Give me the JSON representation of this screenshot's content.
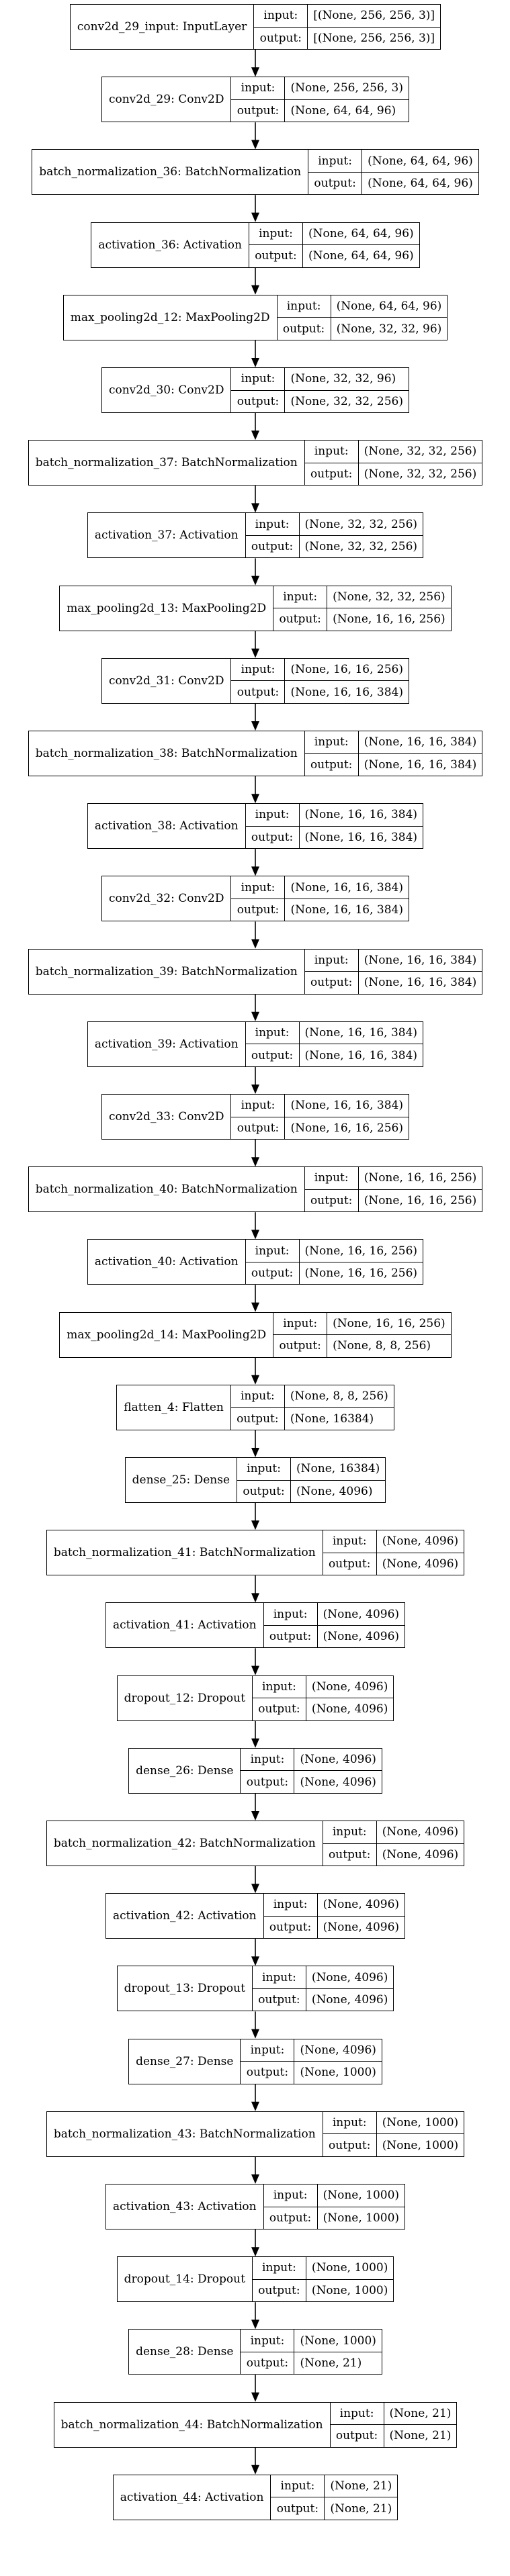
{
  "layers": [
    {
      "label": "conv2d_29_input: InputLayer",
      "input": "[(None, 256, 256, 3)]",
      "output": "[(None, 256, 256, 3)]"
    },
    {
      "label": "conv2d_29: Conv2D",
      "input": "(None, 256, 256, 3)",
      "output": "(None, 64, 64, 96)"
    },
    {
      "label": "batch_normalization_36: BatchNormalization",
      "input": "(None, 64, 64, 96)",
      "output": "(None, 64, 64, 96)"
    },
    {
      "label": "activation_36: Activation",
      "input": "(None, 64, 64, 96)",
      "output": "(None, 64, 64, 96)"
    },
    {
      "label": "max_pooling2d_12: MaxPooling2D",
      "input": "(None, 64, 64, 96)",
      "output": "(None, 32, 32, 96)"
    },
    {
      "label": "conv2d_30: Conv2D",
      "input": "(None, 32, 32, 96)",
      "output": "(None, 32, 32, 256)"
    },
    {
      "label": "batch_normalization_37: BatchNormalization",
      "input": "(None, 32, 32, 256)",
      "output": "(None, 32, 32, 256)"
    },
    {
      "label": "activation_37: Activation",
      "input": "(None, 32, 32, 256)",
      "output": "(None, 32, 32, 256)"
    },
    {
      "label": "max_pooling2d_13: MaxPooling2D",
      "input": "(None, 32, 32, 256)",
      "output": "(None, 16, 16, 256)"
    },
    {
      "label": "conv2d_31: Conv2D",
      "input": "(None, 16, 16, 256)",
      "output": "(None, 16, 16, 384)"
    },
    {
      "label": "batch_normalization_38: BatchNormalization",
      "input": "(None, 16, 16, 384)",
      "output": "(None, 16, 16, 384)"
    },
    {
      "label": "activation_38: Activation",
      "input": "(None, 16, 16, 384)",
      "output": "(None, 16, 16, 384)"
    },
    {
      "label": "conv2d_32: Conv2D",
      "input": "(None, 16, 16, 384)",
      "output": "(None, 16, 16, 384)"
    },
    {
      "label": "batch_normalization_39: BatchNormalization",
      "input": "(None, 16, 16, 384)",
      "output": "(None, 16, 16, 384)"
    },
    {
      "label": "activation_39: Activation",
      "input": "(None, 16, 16, 384)",
      "output": "(None, 16, 16, 384)"
    },
    {
      "label": "conv2d_33: Conv2D",
      "input": "(None, 16, 16, 384)",
      "output": "(None, 16, 16, 256)"
    },
    {
      "label": "batch_normalization_40: BatchNormalization",
      "input": "(None, 16, 16, 256)",
      "output": "(None, 16, 16, 256)"
    },
    {
      "label": "activation_40: Activation",
      "input": "(None, 16, 16, 256)",
      "output": "(None, 16, 16, 256)"
    },
    {
      "label": "max_pooling2d_14: MaxPooling2D",
      "input": "(None, 16, 16, 256)",
      "output": "(None, 8, 8, 256)"
    },
    {
      "label": "flatten_4: Flatten",
      "input": "(None, 8, 8, 256)",
      "output": "(None, 16384)"
    },
    {
      "label": "dense_25: Dense",
      "input": "(None, 16384)",
      "output": "(None, 4096)"
    },
    {
      "label": "batch_normalization_41: BatchNormalization",
      "input": "(None, 4096)",
      "output": "(None, 4096)"
    },
    {
      "label": "activation_41: Activation",
      "input": "(None, 4096)",
      "output": "(None, 4096)"
    },
    {
      "label": "dropout_12: Dropout",
      "input": "(None, 4096)",
      "output": "(None, 4096)"
    },
    {
      "label": "dense_26: Dense",
      "input": "(None, 4096)",
      "output": "(None, 4096)"
    },
    {
      "label": "batch_normalization_42: BatchNormalization",
      "input": "(None, 4096)",
      "output": "(None, 4096)"
    },
    {
      "label": "activation_42: Activation",
      "input": "(None, 4096)",
      "output": "(None, 4096)"
    },
    {
      "label": "dropout_13: Dropout",
      "input": "(None, 4096)",
      "output": "(None, 4096)"
    },
    {
      "label": "dense_27: Dense",
      "input": "(None, 4096)",
      "output": "(None, 1000)"
    },
    {
      "label": "batch_normalization_43: BatchNormalization",
      "input": "(None, 1000)",
      "output": "(None, 1000)"
    },
    {
      "label": "activation_43: Activation",
      "input": "(None, 1000)",
      "output": "(None, 1000)"
    },
    {
      "label": "dropout_14: Dropout",
      "input": "(None, 1000)",
      "output": "(None, 1000)"
    },
    {
      "label": "dense_28: Dense",
      "input": "(None, 1000)",
      "output": "(None, 21)"
    },
    {
      "label": "batch_normalization_44: BatchNormalization",
      "input": "(None, 21)",
      "output": "(None, 21)"
    },
    {
      "label": "activation_44: Activation",
      "input": "(None, 21)",
      "output": "(None, 21)"
    }
  ],
  "io_labels": {
    "input": "input:",
    "output": "output:"
  }
}
